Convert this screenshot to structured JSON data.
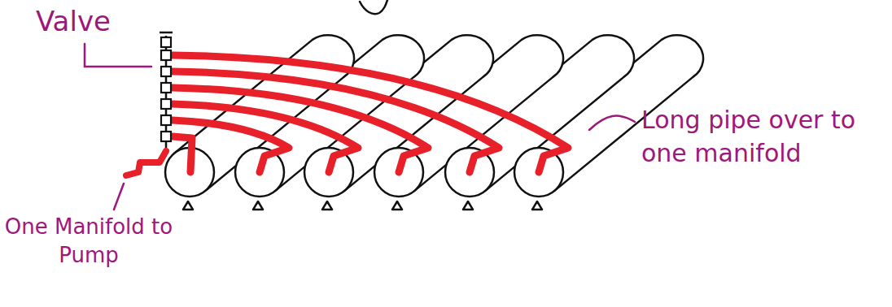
{
  "diagram": {
    "labels": [
      "Valve",
      "Long pipe over to one manifold",
      "One Manifold to Pump"
    ]
  }
}
